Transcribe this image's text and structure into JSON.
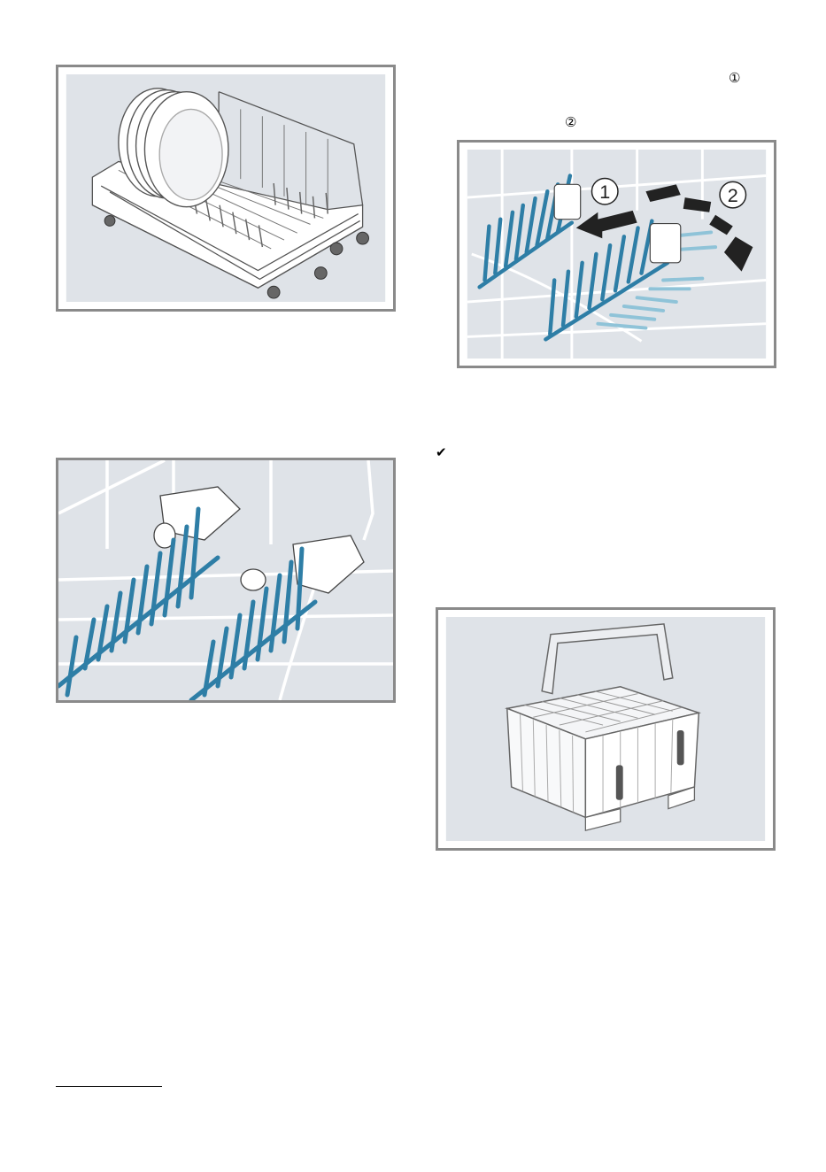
{
  "markers": {
    "step_1": "①",
    "step_2": "②",
    "check": "✔"
  },
  "figures": {
    "plate_rack": {
      "icon": "dish-rack-with-plates-illustration"
    },
    "tine_fold": {
      "icon": "folding-tines-illustration",
      "callout_1": "1",
      "callout_2": "2"
    },
    "tine_rows": {
      "icon": "tine-rows-closeup-illustration"
    },
    "cutlery_basket": {
      "icon": "cutlery-basket-illustration"
    }
  },
  "colors": {
    "frame": "#8a8a8a",
    "panel": "#dfe3e8",
    "tine_blue": "#2e7ea6",
    "tine_light": "#8fc3d8",
    "wire": "#ffffff",
    "outline": "#555555"
  }
}
